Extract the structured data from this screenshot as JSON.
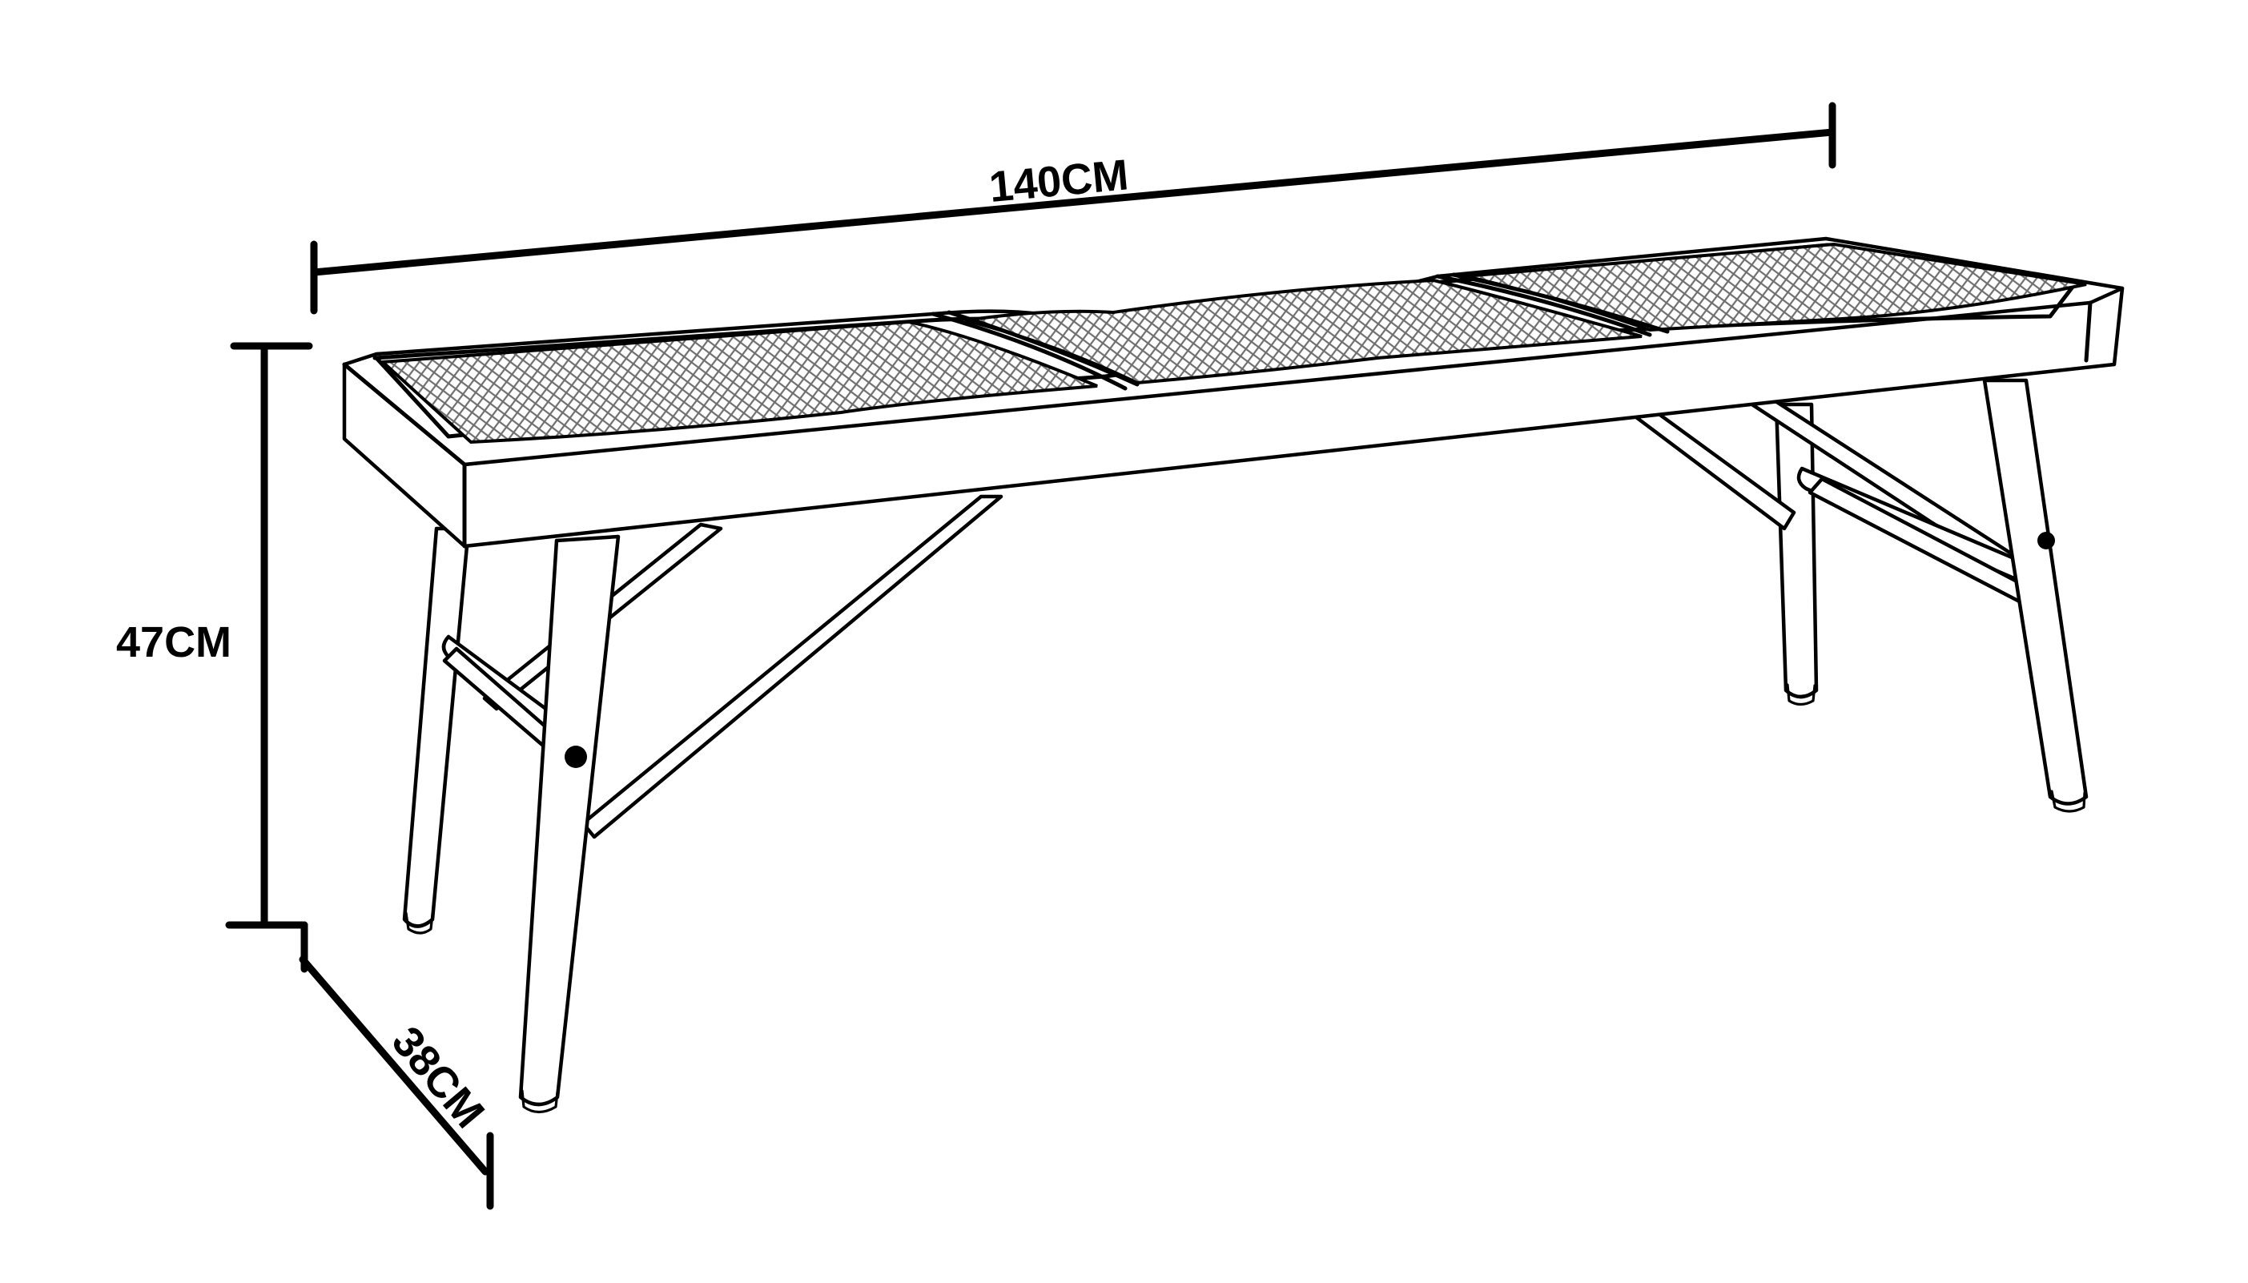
{
  "dimensions": {
    "length": "140CM",
    "height": "47CM",
    "depth": "38CM"
  },
  "colors": {
    "ink": "#000000",
    "background": "#ffffff",
    "rattan_weave": "#7a7a7a"
  },
  "illustration": {
    "icon": "bench-icon"
  }
}
